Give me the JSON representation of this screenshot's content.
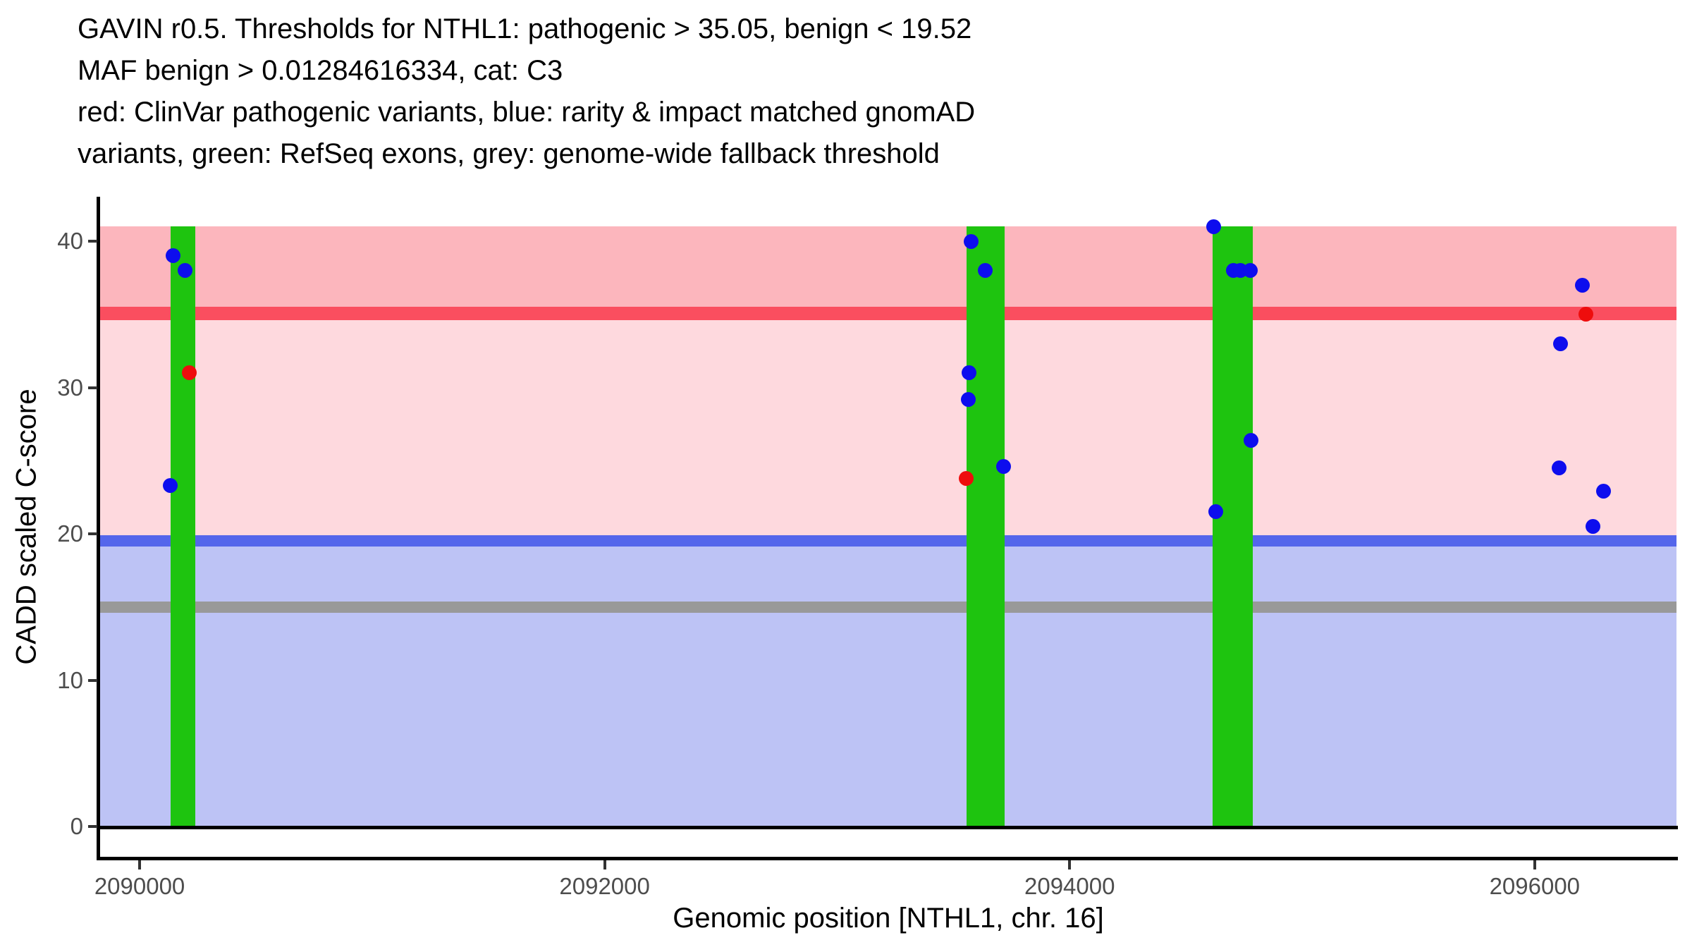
{
  "title_lines": [
    "GAVIN r0.5. Thresholds for NTHL1: pathogenic > 35.05, benign < 19.52",
    "MAF benign > 0.01284616334, cat: C3",
    "red: ClinVar pathogenic variants, blue: rarity & impact matched gnomAD",
    "variants, green: RefSeq exons, grey: genome-wide fallback threshold"
  ],
  "axes": {
    "x_label": "Genomic position [NTHL1, chr. 16]",
    "y_label": "CADD scaled C-score",
    "x_tick_labels": [
      "2090000",
      "2092000",
      "2094000",
      "2096000"
    ],
    "y_tick_labels": [
      "0",
      "10",
      "20",
      "30",
      "40"
    ]
  },
  "colors": {
    "background": "#FFFFFF",
    "zone_pathogenic": "#FCB6BD",
    "zone_vus": "#FED9DE",
    "zone_benign": "#BDC3F5",
    "line_pathogenic": "#FA4E5F",
    "line_benign": "#5466EB",
    "line_fallback": "#999999",
    "exon_green": "#1EC40F",
    "point_blue": "#0D0DEE",
    "point_red": "#EE0D0D",
    "axis_line": "#000000",
    "tick_mark": "#333333",
    "tick_label": "#4D4D4D",
    "title_text": "#000000"
  },
  "chart_data": {
    "type": "scatter",
    "title": "GAVIN r0.5. Thresholds for NTHL1: pathogenic > 35.05, benign < 19.52 MAF benign > 0.01284616334, cat: C3",
    "xlabel": "Genomic position [NTHL1, chr. 16]",
    "ylabel": "CADD scaled C-score",
    "xlim": [
      2089830,
      2096610
    ],
    "ylim": [
      -2.07,
      43.04
    ],
    "band_value_range": [
      0,
      41
    ],
    "x_ticks": [
      2090000,
      2092000,
      2094000,
      2096000
    ],
    "y_ticks": [
      0,
      10,
      20,
      30,
      40
    ],
    "grid": false,
    "legend_position": "in-title",
    "legend": {
      "red": "ClinVar pathogenic variants",
      "blue": "rarity & impact matched gnomAD variants",
      "green": "RefSeq exons",
      "grey": "genome-wide fallback threshold"
    },
    "thresholds": {
      "pathogenic_gt": 35.05,
      "benign_lt": 19.52,
      "maf_benign_gt": 0.01284616334,
      "category": "C3",
      "genome_wide_fallback": 15
    },
    "zones": [
      {
        "name": "pathogenic-zone",
        "from": 35.05,
        "to": 41,
        "color_key": "zone_pathogenic"
      },
      {
        "name": "vus-zone",
        "from": 19.52,
        "to": 35.05,
        "color_key": "zone_vus"
      },
      {
        "name": "benign-zone",
        "from": 0,
        "to": 19.52,
        "color_key": "zone_benign"
      }
    ],
    "threshold_lines": [
      {
        "name": "pathogenic-threshold",
        "value": 35.05,
        "thickness_px": 19,
        "color_key": "line_pathogenic"
      },
      {
        "name": "benign-threshold",
        "value": 19.52,
        "thickness_px": 16,
        "color_key": "line_benign"
      },
      {
        "name": "genome-wide-fallback-threshold",
        "value": 15,
        "thickness_px": 16,
        "color_key": "line_fallback"
      }
    ],
    "exons": [
      {
        "start": 2090133,
        "end": 2090240
      },
      {
        "start": 2093556,
        "end": 2093720
      },
      {
        "start": 2094614,
        "end": 2094787
      }
    ],
    "series": [
      {
        "name": "rarity & impact matched gnomAD variants",
        "color_key": "point_blue",
        "points": [
          [
            2090143,
            39.0
          ],
          [
            2090194,
            38.0
          ],
          [
            2090133,
            23.3
          ],
          [
            2093577,
            40.0
          ],
          [
            2093636,
            38.0
          ],
          [
            2093566,
            31.0
          ],
          [
            2093563,
            29.2
          ],
          [
            2093716,
            24.6
          ],
          [
            2094619,
            41.0
          ],
          [
            2094705,
            38.0
          ],
          [
            2094735,
            38.0
          ],
          [
            2094778,
            38.0
          ],
          [
            2094781,
            26.4
          ],
          [
            2094629,
            21.5
          ],
          [
            2096206,
            37.0
          ],
          [
            2096112,
            33.0
          ],
          [
            2096106,
            24.5
          ],
          [
            2096297,
            22.9
          ],
          [
            2096252,
            20.5
          ]
        ]
      },
      {
        "name": "ClinVar pathogenic variants",
        "color_key": "point_red",
        "points": [
          [
            2090214,
            31.0
          ],
          [
            2093556,
            23.8
          ],
          [
            2096221,
            35.0
          ]
        ]
      }
    ],
    "zero_line": {
      "value": 0,
      "color_key": "axis_line",
      "thickness_px": 5
    }
  }
}
